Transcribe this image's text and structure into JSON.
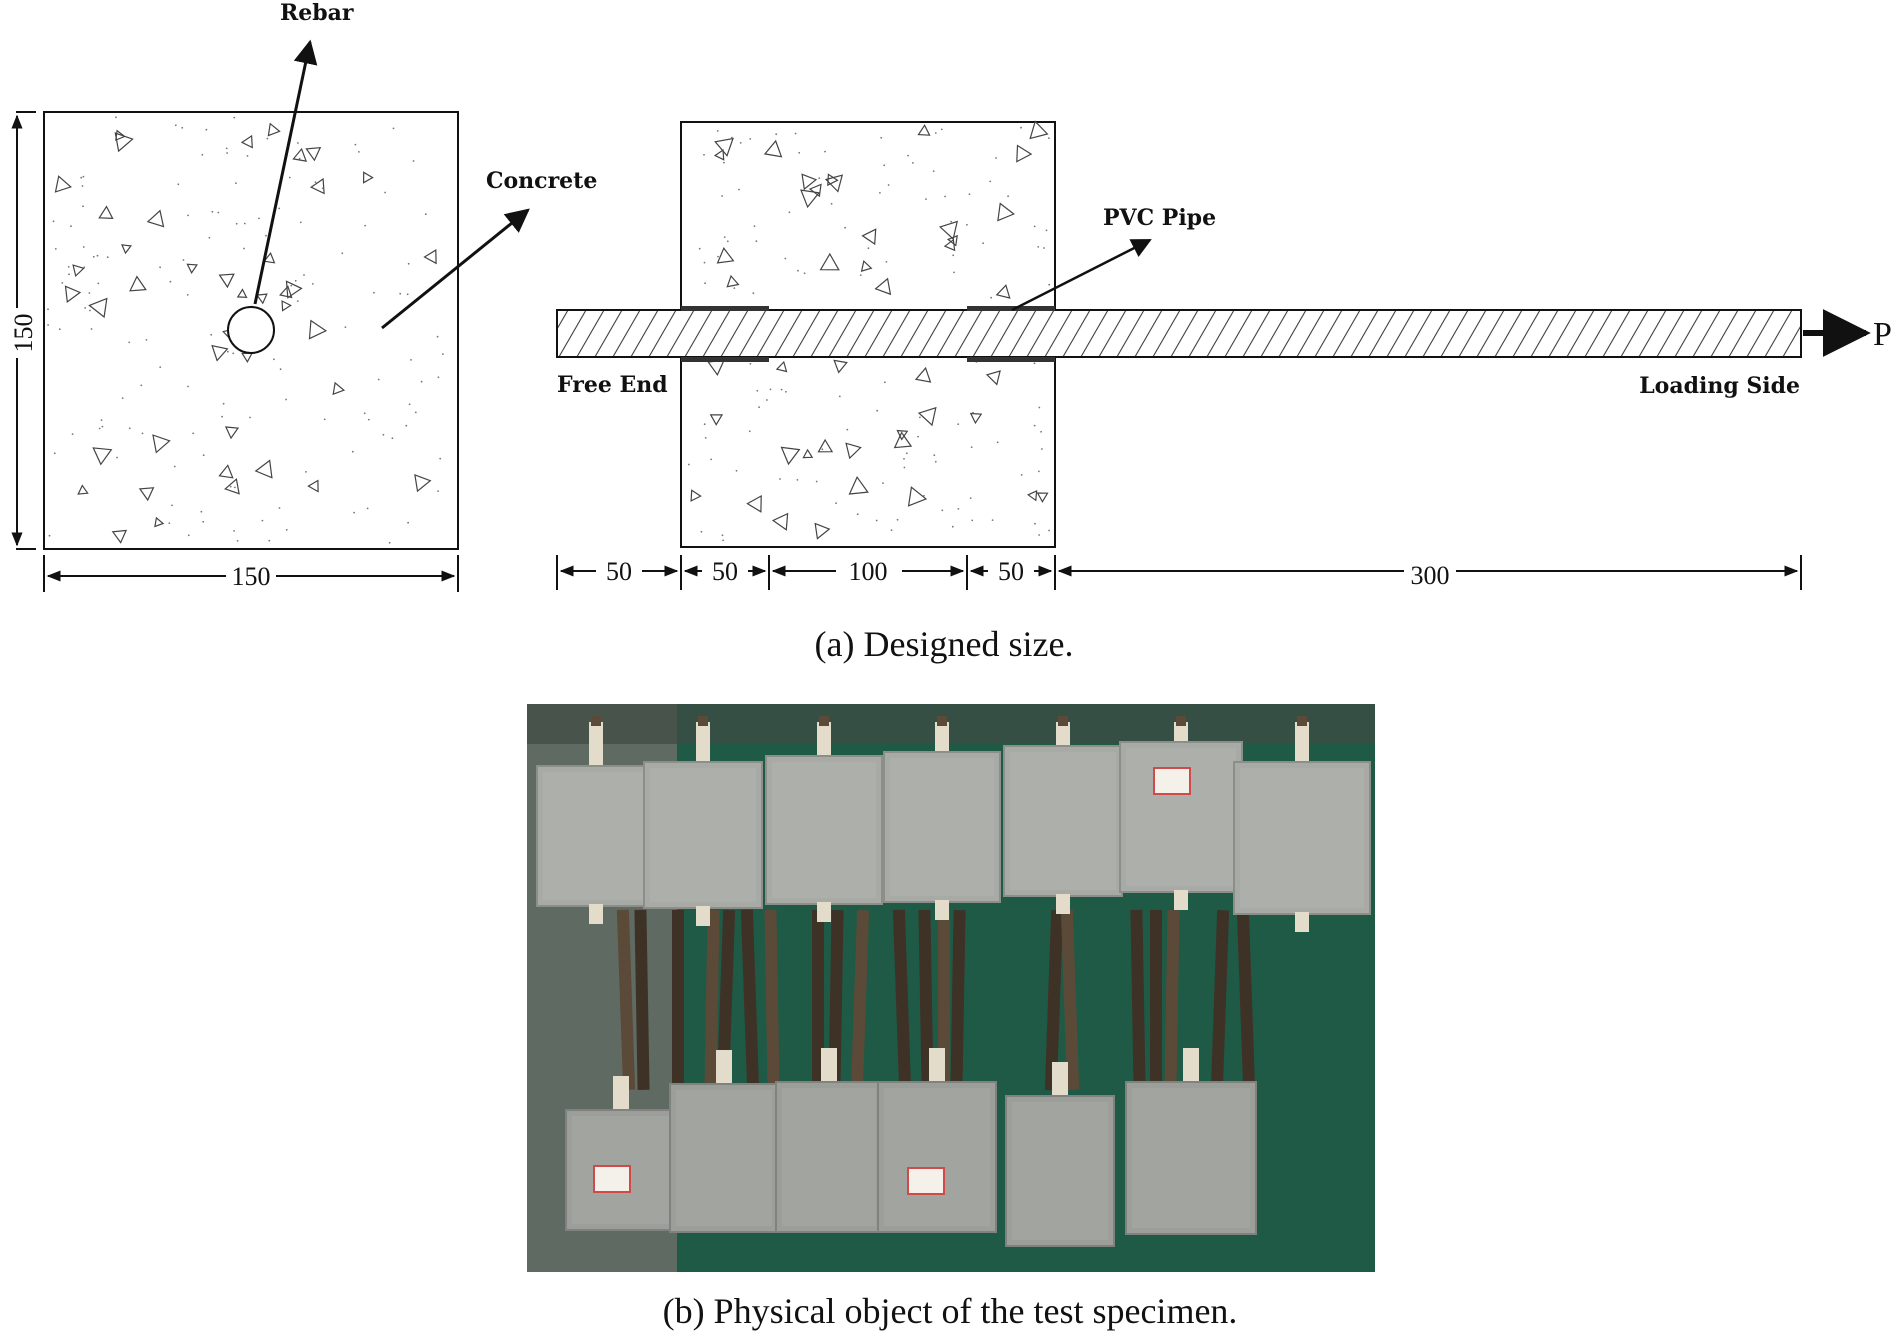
{
  "labels": {
    "rebar": "Rebar",
    "concrete": "Concrete",
    "pvc_pipe": "PVC Pipe",
    "free_end": "Free End",
    "loading_side": "Loading Side",
    "load": "P"
  },
  "dimensions": {
    "section_height": "150",
    "section_width": "150",
    "segments": [
      "50",
      "50",
      "100",
      "50",
      "300"
    ]
  },
  "captions": {
    "a": "(a) Designed size.",
    "b": "(b) Physical object of the test specimen."
  },
  "colors": {
    "line": "#111111",
    "photo_floor": "#1f5a46",
    "concrete_block": "#a8aaa6",
    "rebar": "#4a3a2c"
  }
}
